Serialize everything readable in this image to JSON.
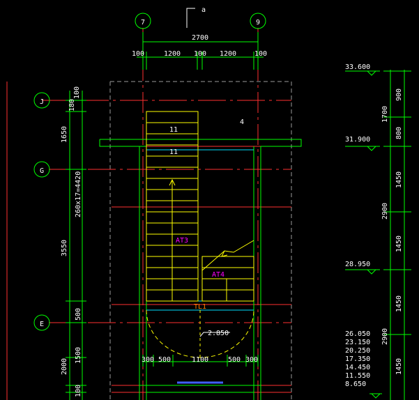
{
  "colors": {
    "background": "#000000",
    "dimension": "#00ff00",
    "axis": "#ff3030",
    "wall": "#00ff00",
    "stair": "#ffff00",
    "cyan": "#00e0ff",
    "magenta": "#ff00ff",
    "text": "#ffffff"
  },
  "axis_bubbles": {
    "top_left": "7",
    "top_right": "9",
    "left_top": "J",
    "left_mid": "G",
    "left_bottom": "E"
  },
  "section_mark": "a",
  "top_dims": {
    "overall": "2700",
    "parts": [
      "100",
      "1200",
      "100",
      "1200",
      "100"
    ]
  },
  "left_dims": {
    "small_top": "100",
    "small_2": "180",
    "d1650": "1650",
    "stair_run": "260x17=4420",
    "d3550": "3550",
    "d500": "500",
    "d1500": "1500",
    "d2000": "2000",
    "small_bottom": "100"
  },
  "bottom_dims": {
    "parts": [
      "300",
      "500",
      "1100",
      "500",
      "300"
    ]
  },
  "elevations": {
    "e1": "33.600",
    "e2": "31.900",
    "e3": "28.950",
    "list": [
      "26.050",
      "23.150",
      "20.250",
      "17.350",
      "14.450",
      "11.550",
      "8.650"
    ]
  },
  "right_dims": {
    "d900": "900",
    "d1700": "1700",
    "d800": "800",
    "d1450a": "1450",
    "d2900a": "2900",
    "d1450b": "1450",
    "d1450c": "1450",
    "d2900b": "2900",
    "d1450d": "1450"
  },
  "labels": {
    "at3": "AT3",
    "at4": "AT4",
    "tl1": "TL1",
    "landing": "2.850",
    "mark_a": "11",
    "mark_b": "11",
    "small": "4"
  }
}
